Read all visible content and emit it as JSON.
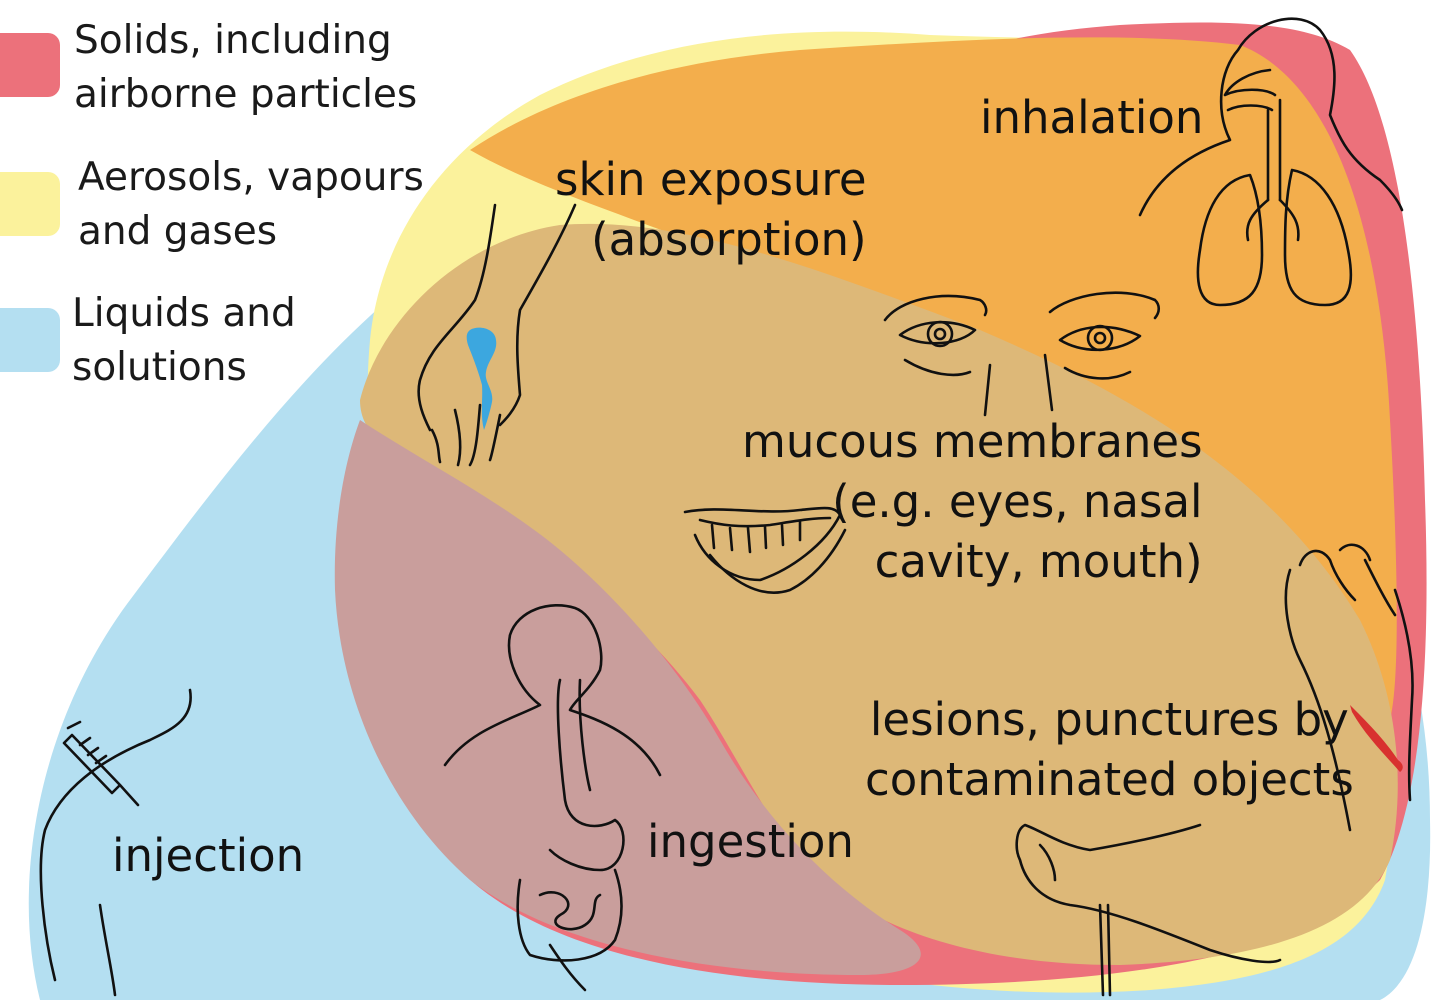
{
  "colors": {
    "solids": "#ec717b",
    "aerosols": "#fbf29c",
    "liquids": "#b4dff1",
    "overlap_orange": "#f3ae4c",
    "overlap_tan": "#ddb878",
    "overlap_mauve": "#c99e9c",
    "liquid_drop": "#3ca7df",
    "blood": "#d8312f"
  },
  "legend": [
    {
      "lines": [
        "Solids, including",
        "airborne particles"
      ],
      "color_key": "solids"
    },
    {
      "lines": [
        "Aerosols, vapours",
        "and gases"
      ],
      "color_key": "aerosols"
    },
    {
      "lines": [
        "Liquids and",
        "solutions"
      ],
      "color_key": "liquids"
    }
  ],
  "routes": {
    "inhalation": "inhalation",
    "skin_exposure": [
      "skin exposure",
      "(absorption)"
    ],
    "mucous_membranes": [
      "mucous membranes",
      "(e.g. eyes, nasal",
      "cavity, mouth)"
    ],
    "lesions": [
      "lesions, punctures by",
      "contaminated objects"
    ],
    "ingestion": "ingestion",
    "injection": "injection"
  },
  "icons": [
    "lungs-icon",
    "hand-droplet-icon",
    "eyes-icon",
    "mouth-icon",
    "digestive-tract-icon",
    "syringe-arm-icon",
    "cut-hand-icon",
    "puncture-foot-icon"
  ]
}
